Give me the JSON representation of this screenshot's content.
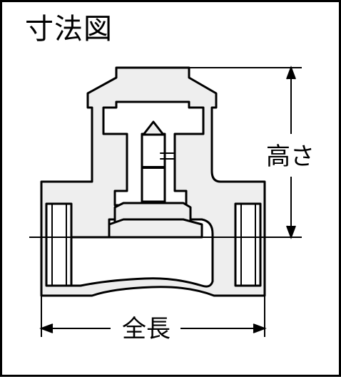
{
  "title": "寸法図",
  "dimensions": {
    "height_label": "高さ",
    "length_label": "全長"
  },
  "colors": {
    "line": "#000000",
    "body_fill": "#eeeeee",
    "background": "#ffffff"
  }
}
